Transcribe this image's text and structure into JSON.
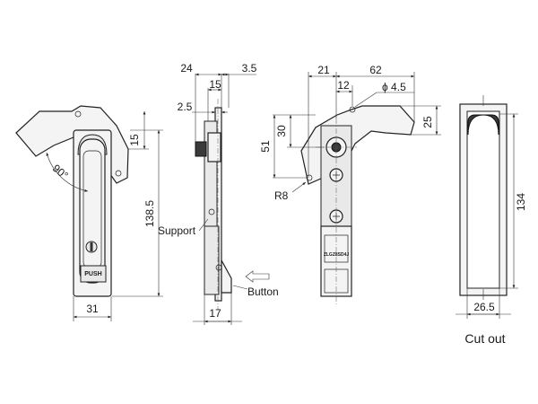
{
  "dimensions": {
    "front_width": "31",
    "front_height": "138.5",
    "front_top": "15",
    "front_angle": "90°",
    "side_depth_total": "24",
    "side_depth_right": "3.5",
    "side_depth_mid": "15",
    "side_flange": "2.5",
    "side_bottom": "17",
    "rear_width_left": "21",
    "rear_width_right": "62",
    "rear_offset": "12",
    "rear_hole": "ϕ 4.5",
    "rear_height_a": "30",
    "rear_height_b": "51",
    "rear_right_height": "25",
    "rear_radius": "R8",
    "cutout_height": "134",
    "cutout_width": "26.5"
  },
  "labels": {
    "support": "Support",
    "button": "Button",
    "cutout": "Cut out",
    "push": "PUSH",
    "plate_text": "ZLGZ8SD4J"
  },
  "colors": {
    "line": "#222222",
    "fill": "#f4f4f4",
    "dark": "#3a3a3a"
  }
}
